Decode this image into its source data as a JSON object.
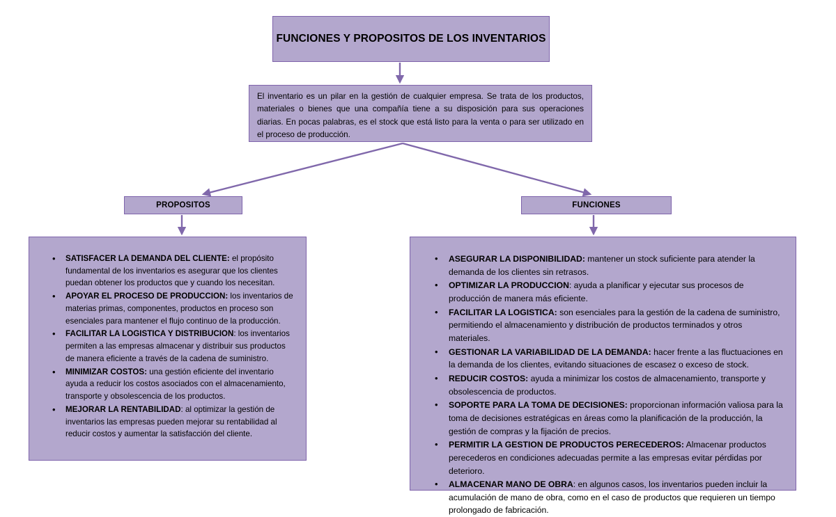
{
  "diagram": {
    "title_node": {
      "label": "FUNCIONES Y PROPOSITOS DE LOS INVENTARIOS"
    },
    "intro_node": {
      "text": "El inventario es un pilar en la gestión de cualquier empresa. Se trata de los productos, materiales o bienes que una compañía tiene a su disposición para sus operaciones diarias. En pocas palabras, es el stock que está listo para la venta o para ser utilizado en el proceso de producción."
    },
    "branches": [
      {
        "label": "PROPOSITOS",
        "items": [
          {
            "lead": "SATISFACER LA DEMANDA DEL CLIENTE:",
            "body": " el propósito fundamental de los inventarios es asegurar que los clientes puedan obtener los productos que y cuando los necesitan."
          },
          {
            "lead": "APOYAR EL PROCESO DE PRODUCCION:",
            "body": " los inventarios de materias primas, componentes, productos en proceso son esenciales para mantener el flujo continuo de la producción."
          },
          {
            "lead": "FACILITAR LA LOGISTICA Y DISTRIBUCION",
            "body": ": los inventarios permiten a las empresas almacenar y distribuir sus productos de manera eficiente a través de la cadena de suministro."
          },
          {
            "lead": " MINIMIZAR COSTOS:",
            "body": " una gestión eficiente del inventario ayuda a reducir los costos asociados con el almacenamiento, transporte y obsolescencia de los productos."
          },
          {
            "lead": "MEJORAR LA RENTABILIDAD",
            "body": ": al optimizar la gestión de inventarios las empresas pueden mejorar su rentabilidad al reducir costos y aumentar la satisfacción del cliente."
          }
        ]
      },
      {
        "label": "FUNCIONES",
        "items": [
          {
            "lead": "ASEGURAR LA DISPONIBILIDAD:",
            "body": " mantener un stock suficiente para atender la demanda de los clientes sin retrasos."
          },
          {
            "lead": "OPTIMIZAR LA PRODUCCION",
            "body": ": ayuda a planificar y ejecutar sus procesos de producción de manera más eficiente."
          },
          {
            "lead": "FACILITAR LA LOGISTICA:",
            "body": " son esenciales para la gestión de la cadena de suministro, permitiendo el almacenamiento y distribución de productos terminados y otros materiales."
          },
          {
            "lead": "GESTIONAR LA VARIABILIDAD DE LA DEMANDA:",
            "body": " hacer frente a las fluctuaciones en la demanda de los clientes, evitando situaciones de escasez o exceso de stock."
          },
          {
            "lead": "REDUCIR COSTOS:",
            "body": "  ayuda a minimizar los costos de almacenamiento, transporte y obsolescencia de productos."
          },
          {
            "lead": "SOPORTE PARA LA TOMA DE DECISIONES:",
            "body": " proporcionan información valiosa para la toma de decisiones estratégicas en áreas como la planificación de la producción, la gestión de compras y la fijación de precios."
          },
          {
            "lead": "PERMITIR LA GESTION DE PRODUCTOS PERECEDEROS:",
            "body": " Almacenar productos perecederos en condiciones adecuadas permite a las empresas evitar pérdidas por deterioro."
          },
          {
            "lead": "ALMACENAR MANO DE OBRA",
            "body": ": en algunos casos, los inventarios pueden incluir la acumulación de mano de obra, como en el caso de productos que requieren un tiempo prolongado de fabricación."
          }
        ]
      }
    ],
    "bullet_glyph": "•",
    "colors": {
      "node_fill": "#b3a7cd",
      "node_border": "#7e63ab",
      "connector": "#8068ab",
      "text": "#000000",
      "background": "#ffffff"
    },
    "connectors": [
      {
        "name": "title-to-intro",
        "kind": "arrow-down"
      },
      {
        "name": "intro-to-propositos",
        "kind": "arrow-diagonal-left"
      },
      {
        "name": "intro-to-funciones",
        "kind": "arrow-diagonal-right"
      },
      {
        "name": "propositos-to-list",
        "kind": "arrow-down"
      },
      {
        "name": "funciones-to-list",
        "kind": "arrow-down"
      }
    ]
  }
}
